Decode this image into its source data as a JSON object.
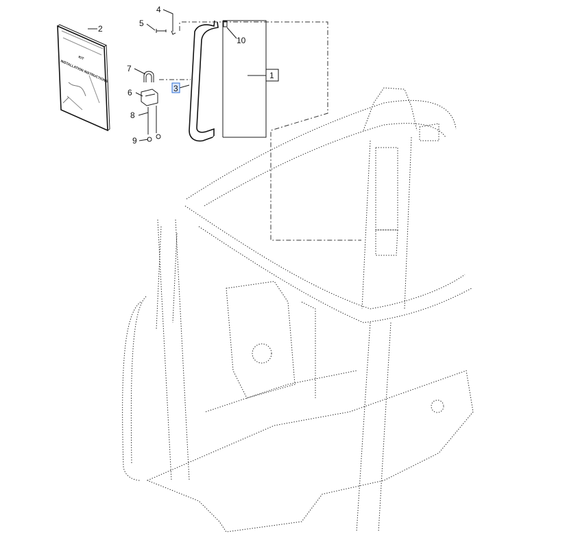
{
  "callouts": {
    "c1": "1",
    "c2": "2",
    "c3": "3",
    "c4": "4",
    "c5": "5",
    "c6": "6",
    "c7": "7",
    "c8": "8",
    "c9": "9",
    "c10": "10"
  },
  "manual": {
    "line1": "KIT",
    "line2": "INSTALLATION INSTRUCTIONS"
  },
  "colors": {
    "line": "#1a1a1a",
    "highlight": "#2b6cd6",
    "highlight_fill": "#dbe7fb"
  }
}
